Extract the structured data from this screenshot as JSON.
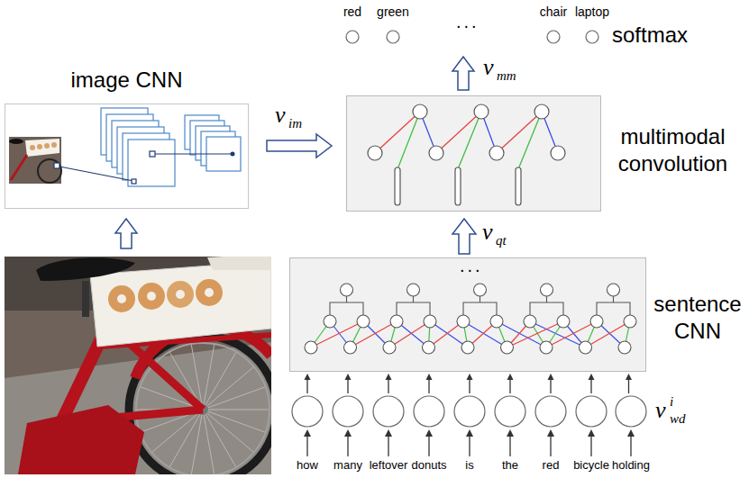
{
  "diagram": {
    "nodes": [
      {
        "text": [
          "red"
        ]
      },
      {
        "text": [
          "green"
        ]
      },
      {
        "text": [
          "chair"
        ]
      },
      {
        "text": [
          "laptop"
        ]
      },
      {
        "text": [
          "image CNN"
        ]
      },
      {
        "text": [
          "multimodal convolution"
        ]
      },
      {
        "text": [
          "sentence CNN"
        ]
      },
      {
        "text": [
          "how"
        ]
      },
      {
        "text": [
          "many"
        ]
      },
      {
        "text": [
          "leftover"
        ]
      },
      {
        "text": [
          "donuts"
        ]
      },
      {
        "text": [
          "is"
        ]
      },
      {
        "text": [
          "the"
        ]
      },
      {
        "text": [
          "red"
        ]
      },
      {
        "text": [
          "bicycle"
        ]
      },
      {
        "text": [
          "holding"
        ]
      }
    ],
    "edges": [
      {
        "from": 4,
        "to": 5,
        "arrow": "to"
      },
      {
        "from": 6,
        "to": 5,
        "arrow": "to"
      },
      {
        "from": 7,
        "to": 6,
        "arrow": "to"
      },
      {
        "from": 8,
        "to": 6,
        "arrow": "to"
      },
      {
        "from": 9,
        "to": 6,
        "arrow": "to"
      },
      {
        "from": 10,
        "to": 6,
        "arrow": "to"
      },
      {
        "from": 11,
        "to": 6,
        "arrow": "to"
      },
      {
        "from": 12,
        "to": 6,
        "arrow": "to"
      },
      {
        "from": 13,
        "to": 6,
        "arrow": "to"
      },
      {
        "from": 14,
        "to": 6,
        "arrow": "to"
      },
      {
        "from": 15,
        "to": 6,
        "arrow": "to"
      }
    ],
    "labels": [
      "...",
      "softmax",
      "ν",
      "mm",
      "ν",
      "im",
      "ν",
      "qt",
      "...",
      "ν",
      "i",
      "wd"
    ]
  }
}
